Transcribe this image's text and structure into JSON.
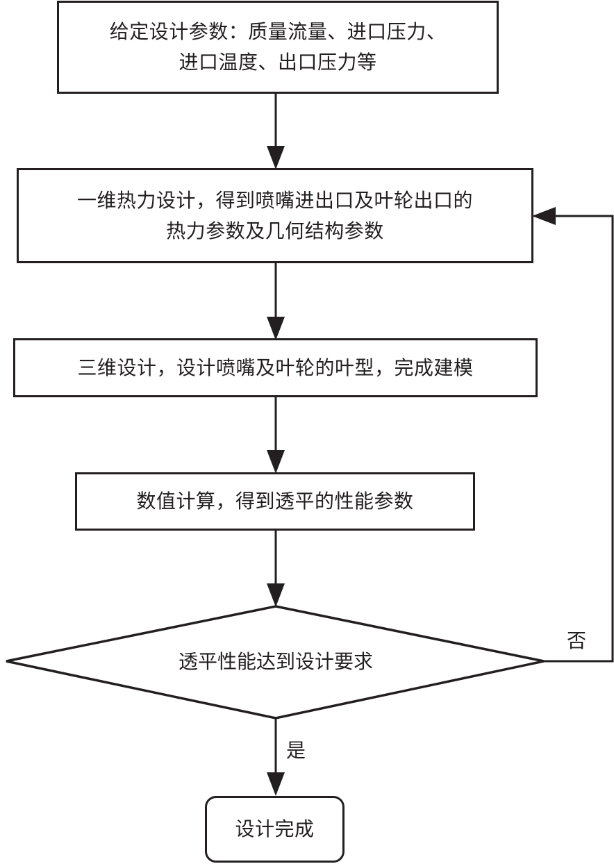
{
  "flowchart": {
    "nodes": [
      {
        "id": "input-params",
        "shape": "rect",
        "lines": [
          "给定设计参数：质量流量、进口压力、",
          "进口温度、出口压力等"
        ]
      },
      {
        "id": "thermal-design",
        "shape": "rect",
        "lines": [
          "一维热力设计，得到喷嘴进出口及叶轮出口的",
          "热力参数及几何结构参数"
        ]
      },
      {
        "id": "3d-design",
        "shape": "rect",
        "lines": [
          "三维设计，设计喷嘴及叶轮的叶型，完成建模"
        ]
      },
      {
        "id": "numerical-calc",
        "shape": "rect",
        "lines": [
          "数值计算，得到透平的性能参数"
        ]
      },
      {
        "id": "check-requirements",
        "shape": "diamond",
        "lines": [
          "透平性能达到设计要求"
        ]
      },
      {
        "id": "design-complete",
        "shape": "rounded-rect",
        "lines": [
          "设计完成"
        ]
      }
    ],
    "edges": [
      {
        "from": "input-params",
        "to": "thermal-design",
        "label": ""
      },
      {
        "from": "thermal-design",
        "to": "3d-design",
        "label": ""
      },
      {
        "from": "3d-design",
        "to": "numerical-calc",
        "label": ""
      },
      {
        "from": "numerical-calc",
        "to": "check-requirements",
        "label": ""
      },
      {
        "from": "check-requirements",
        "to": "thermal-design",
        "label": "否"
      },
      {
        "from": "check-requirements",
        "to": "design-complete",
        "label": "是"
      }
    ],
    "labels": {
      "no": "否",
      "yes": "是"
    },
    "colors": {
      "stroke": "#231f20",
      "fill": "#ffffff"
    }
  }
}
